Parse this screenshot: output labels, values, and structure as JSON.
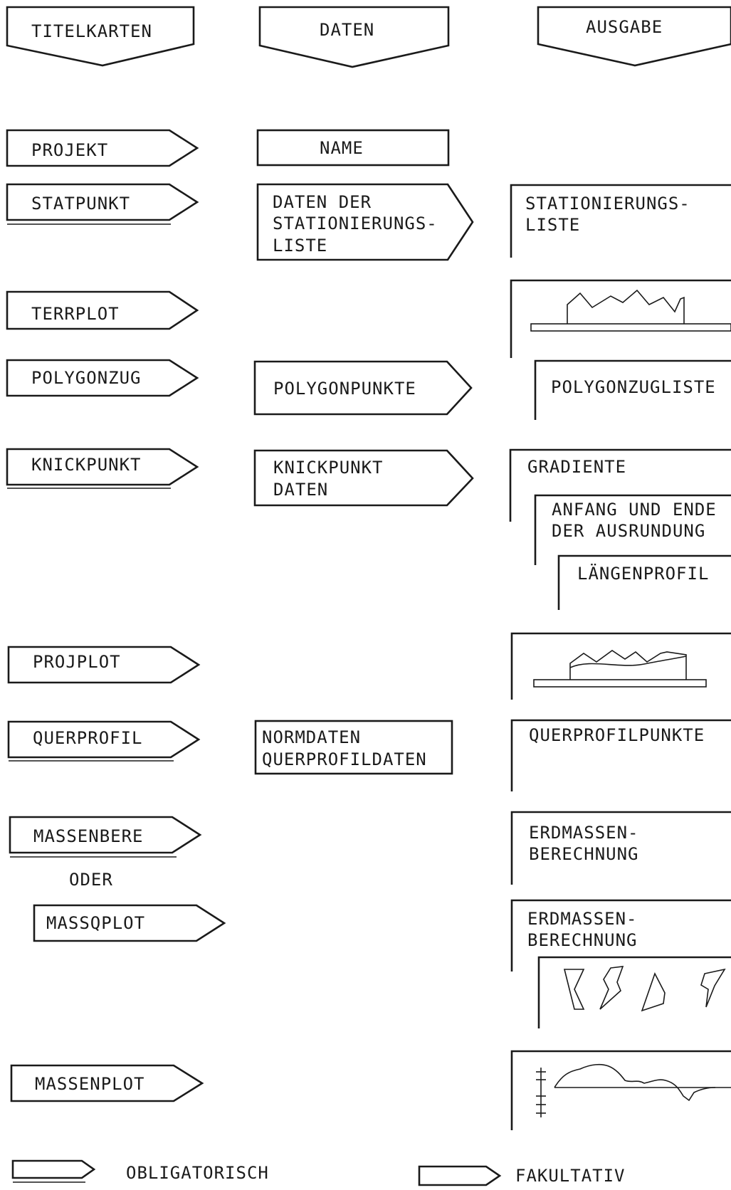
{
  "headers": {
    "titelkarten": "TITELKARTEN",
    "daten": "DATEN",
    "ausgabe": "AUSGABE"
  },
  "cards": {
    "projekt": "PROJEKT",
    "statpunkt": "STATPUNKT",
    "terrplot": "TERRPLOT",
    "polygonzug": "POLYGONZUG",
    "knickpunkt": "KNICKPUNKT",
    "projplot": "PROJPLOT",
    "querprofil": "QUERPROFIL",
    "massenbere": "MASSENBERE",
    "oder": "ODER",
    "massqplot": "MASSQPLOT",
    "massenplot": "MASSENPLOT"
  },
  "data": {
    "name": "NAME",
    "stationierung": [
      "DATEN DER",
      "STATIONIERUNGS-",
      "LISTE"
    ],
    "polygonpunkte": "POLYGONPUNKTE",
    "knickpunkt": [
      "KNICKPUNKT",
      "DATEN"
    ],
    "normdaten": [
      "NORMDATEN",
      "QUERPROFILDATEN"
    ]
  },
  "output": {
    "stationierung": [
      "STATIONIERUNGS-",
      "LISTE"
    ],
    "polygonzugliste": "POLYGONZUGLISTE",
    "gradiente": "GRADIENTE",
    "ausrundung": [
      "ANFANG UND ENDE",
      "DER AUSRUNDUNG"
    ],
    "laengenprofil": "LÄNGENPROFIL",
    "querprofilpunkte": "QUERPROFILPUNKTE",
    "erdmassen1": [
      "ERDMASSEN-",
      "BERECHNUNG"
    ],
    "erdmassen2": [
      "ERDMASSEN-",
      "BERECHNUNG"
    ]
  },
  "legend": {
    "obligatorisch": "OBLIGATORISCH",
    "fakultativ": "FAKULTATIV"
  }
}
